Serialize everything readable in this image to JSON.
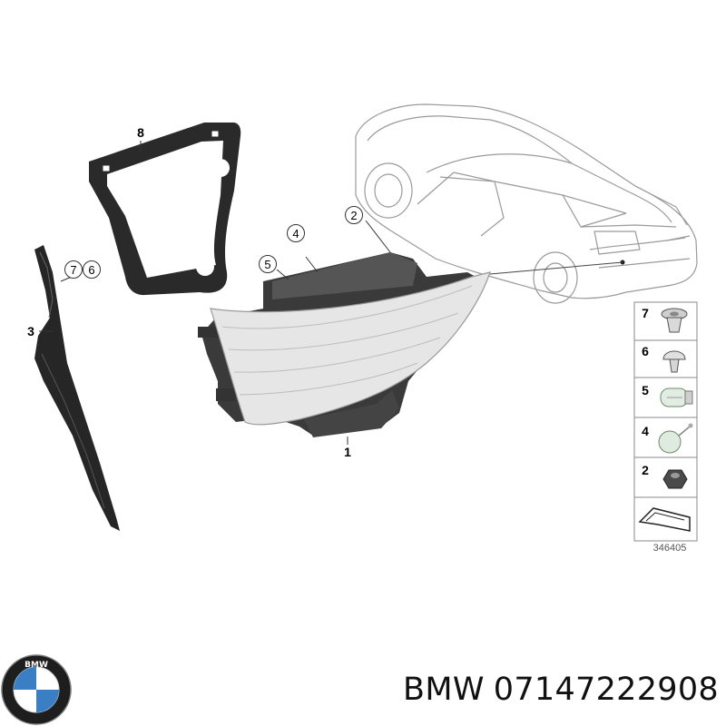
{
  "diagram": {
    "callouts": [
      {
        "id": "callout-1",
        "label": "1",
        "circled": false
      },
      {
        "id": "callout-2",
        "label": "2",
        "circled": true
      },
      {
        "id": "callout-3",
        "label": "3",
        "circled": false
      },
      {
        "id": "callout-4",
        "label": "4",
        "circled": true
      },
      {
        "id": "callout-5",
        "label": "5",
        "circled": true
      },
      {
        "id": "callout-6",
        "label": "6",
        "circled": true
      },
      {
        "id": "callout-7",
        "label": "7",
        "circled": true
      },
      {
        "id": "callout-8",
        "label": "8",
        "circled": false
      }
    ],
    "legend": [
      {
        "label": "7",
        "icon": "push-clip-icon"
      },
      {
        "label": "6",
        "icon": "expanding-rivet-icon"
      },
      {
        "label": "5",
        "icon": "wedge-bulb-icon"
      },
      {
        "label": "4",
        "icon": "ball-bulb-icon"
      },
      {
        "label": "2",
        "icon": "hex-nut-icon"
      },
      {
        "label": "",
        "icon": "gasket-arrow-icon"
      }
    ],
    "diagram_number": "346405"
  },
  "brand": {
    "logo_icon": "bmw-roundel-icon",
    "logo_text": "BMW",
    "name": "BMW",
    "part_number": "07147222908"
  },
  "colors": {
    "line": "#8a8a8a",
    "part_dark": "#2b2b2b",
    "part_mid": "#555555",
    "lens": "#e8e8e8",
    "bmw_blue": "#3a7fc4"
  }
}
